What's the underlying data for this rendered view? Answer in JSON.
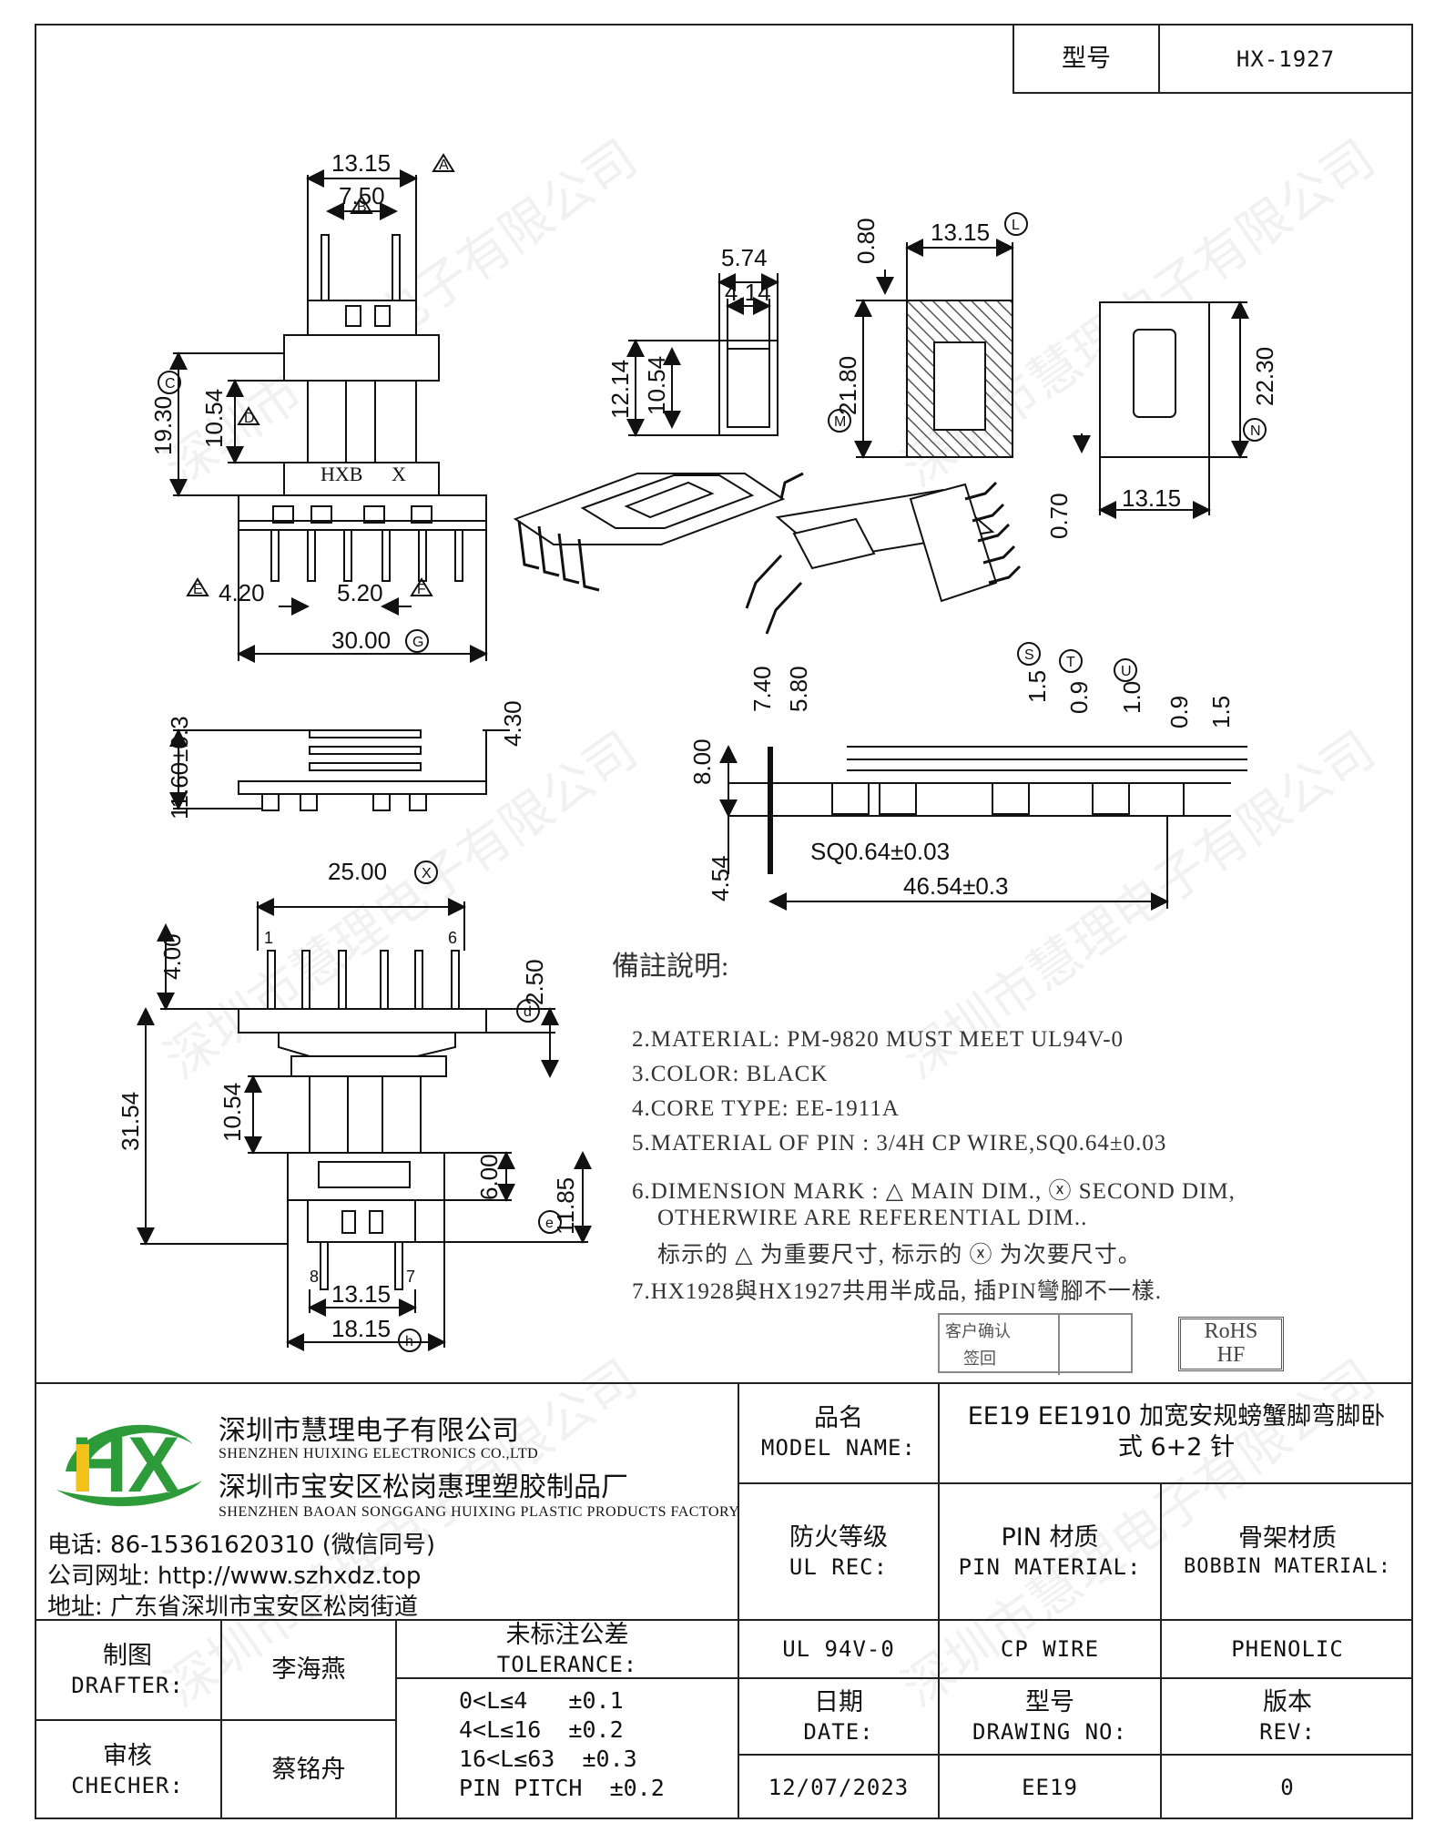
{
  "header": {
    "model_label": "型号",
    "model_value": "HX-1927"
  },
  "drawing": {
    "dims_top_left": [
      "13.15",
      "7.50",
      "19.30",
      "10.54",
      "4.20",
      "5.20",
      "30.00"
    ],
    "marks_top_left": [
      "A",
      "B",
      "C",
      "D",
      "E",
      "F",
      "G"
    ],
    "bobbin_text": "HXB",
    "bobbin_x": "X",
    "dims_middle": [
      "5.74",
      "4.14",
      "12.14",
      "10.54"
    ],
    "dims_core": [
      "0.80",
      "13.15",
      "21.80",
      "13.15",
      "22.30",
      "0.70"
    ],
    "marks_core": [
      "L",
      "M",
      "N"
    ],
    "dims_side": [
      "11.60±0.3",
      "4.30"
    ],
    "dims_pin": [
      "7.40",
      "5.80",
      "1.5",
      "0.9",
      "1.0",
      "0.9",
      "1.5",
      "8.00",
      "4.54",
      "SQ0.64±0.03",
      "46.54±0.3"
    ],
    "marks_pin": [
      "S",
      "T",
      "U"
    ],
    "dims_bottom": [
      "25.00",
      "4.00",
      "2.50",
      "31.54",
      "10.54",
      "6.00",
      "11.85",
      "13.15",
      "18.15"
    ],
    "marks_bottom": [
      "X",
      "d",
      "e",
      "h"
    ],
    "pin_numbers": [
      "1",
      "6",
      "8",
      "7"
    ]
  },
  "notes": {
    "title": "備註說明:",
    "lines": [
      "2.MATERIAL: PM-9820 MUST MEET UL94V-0",
      "3.COLOR:  BLACK",
      "4.CORE TYPE: EE-1911A",
      "5.MATERIAL OF PIN : 3/4H CP WIRE,SQ0.64±0.03",
      "6.DIMENSION MARK :",
      "MAIN DIM.,",
      "SECOND DIM,",
      "OTHERWIRE ARE REFERENTIAL DIM..",
      "标示的",
      "为重要尺寸, 标示的",
      "为次要尺寸。",
      "7.HX1928與HX1927共用半成品, 插PIN彎腳不一樣."
    ],
    "customer_box": [
      "客户确认",
      "签回"
    ],
    "rohs": [
      "RoHS",
      "HF"
    ]
  },
  "company": {
    "logo_text": "HX",
    "name_cn": "深圳市慧理电子有限公司",
    "name_en": "SHENZHEN HUIXING ELECTRONICS CO.,LTD",
    "factory_cn": "深圳市宝安区松岗惠理塑胶制品厂",
    "factory_en": "SHENZHEN BAOAN SONGGANG HUIXING PLASTIC PRODUCTS FACTORY",
    "phone": "电话: 86-15361620310 (微信同号)",
    "website": "公司网址: http://www.szhxdz.top",
    "address": "地址: 广东省深圳市宝安区松岗街道"
  },
  "title_block": {
    "model_name_cn": "品名",
    "model_name_en": "MODEL NAME:",
    "model_name_value": "EE19 EE1910 加宽安规螃蟹脚弯脚卧式 6+2 针",
    "ul_cn": "防火等级",
    "ul_en": "UL REC:",
    "pin_cn": "PIN 材质",
    "pin_en": "PIN MATERIAL:",
    "bobbin_cn": "骨架材质",
    "bobbin_en": "BOBBIN MATERIAL:",
    "ul_value": "UL 94V-0",
    "pin_value": "CP WIRE",
    "bobbin_value": "PHENOLIC",
    "drafter_cn": "制图",
    "drafter_en": "DRAFTER:",
    "drafter_value": "李海燕",
    "checker_cn": "审核",
    "checker_en": "CHECHER:",
    "checker_value": "蔡铭舟",
    "tolerance_cn": "未标注公差",
    "tolerance_en": "TOLERANCE:",
    "tolerance_lines": [
      "0<L≤4   ±0.1",
      "4<L≤16  ±0.2",
      "16<L≤63  ±0.3",
      "PIN PITCH  ±0.2"
    ],
    "date_cn": "日期",
    "date_en": "DATE:",
    "date_value": "12/07/2023",
    "drawing_cn": "型号",
    "drawing_en": "DRAWING NO:",
    "drawing_value": "EE19",
    "rev_cn": "版本",
    "rev_en": "REV:",
    "rev_value": "0"
  },
  "watermark": "深圳市慧理电子有限公司"
}
